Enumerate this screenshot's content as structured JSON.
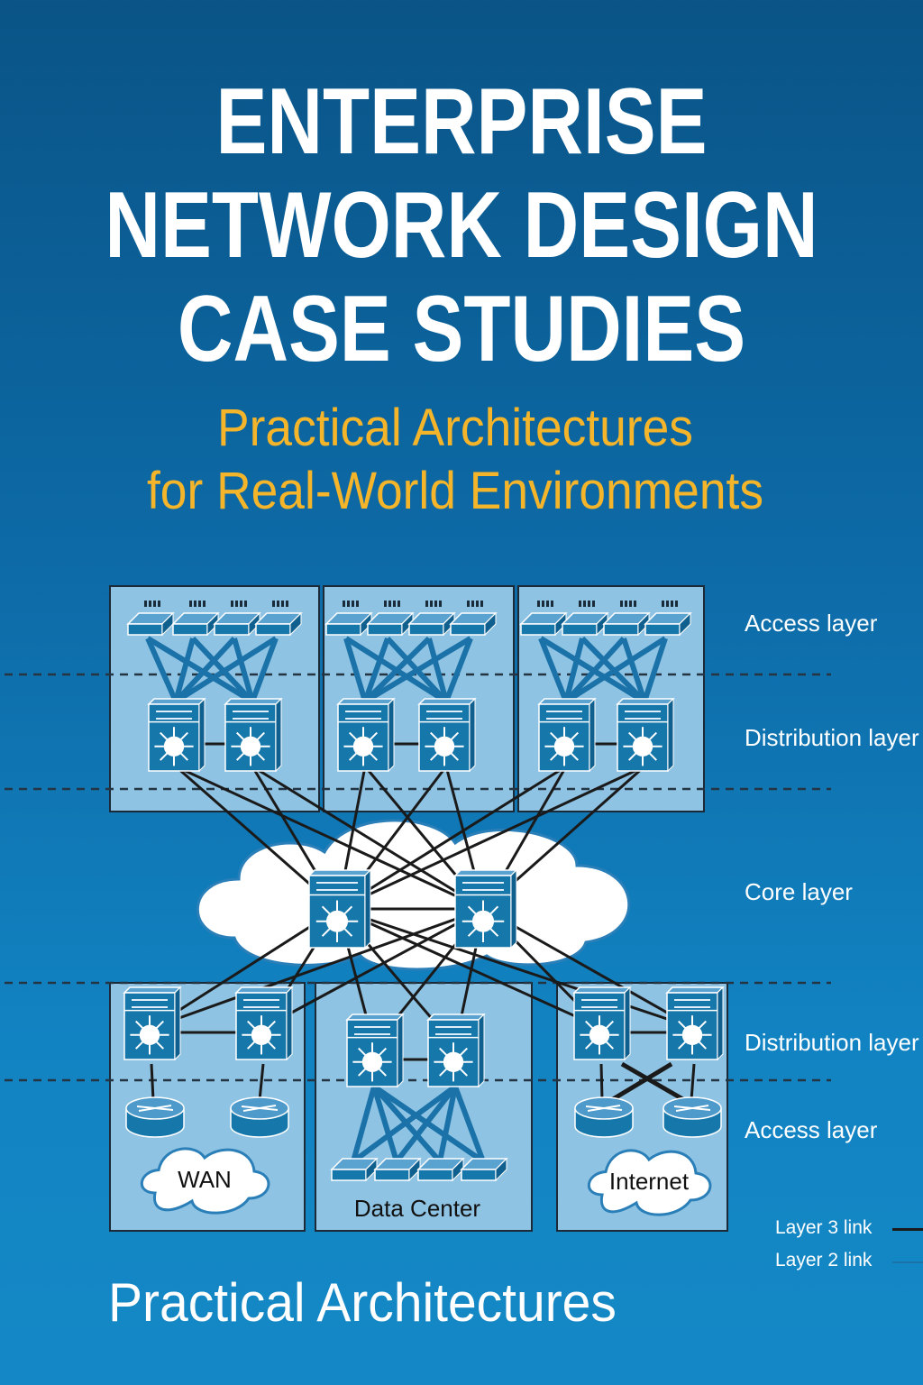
{
  "title": {
    "line1": "ENTERPRISE",
    "line2": "NETWORK DESIGN",
    "line3": "CASE STUDIES"
  },
  "subtitle": {
    "line1": "Practical Architectures",
    "line2": "for Real-World Environments"
  },
  "layers": {
    "access_top": "Access layer",
    "distribution_top": "Distribution layer",
    "core": "Core layer",
    "distribution_bottom": "Distribution layer",
    "access_bottom": "Access layer"
  },
  "blocks": {
    "wan": "WAN",
    "data_center": "Data Center",
    "internet": "Internet"
  },
  "legend": {
    "layer3": "Layer 3 link",
    "layer2": "Layer 2 link"
  },
  "footer": "Practical Architectures",
  "colors": {
    "title": "#ffffff",
    "subtitle": "#f5b52a",
    "block_fill": "#8fc3e3",
    "device": "#1677ab",
    "link_l3": "#1a1a1a",
    "link_l2": "#1a72a8"
  }
}
